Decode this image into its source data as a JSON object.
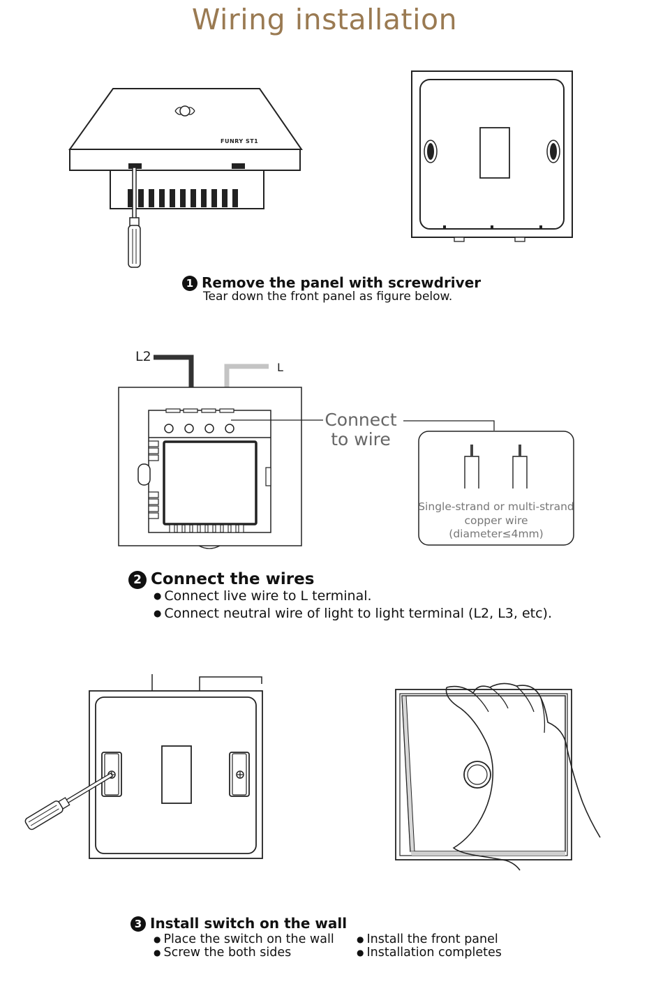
{
  "title": "Wiring installation",
  "step1": {
    "number": "1",
    "heading": "Remove the panel with screwdriver",
    "subtext": "Tear down the front panel as figure below."
  },
  "step2": {
    "number": "2",
    "heading": "Connect the wires",
    "bullets": [
      "Connect live wire to L terminal.",
      "Connect neutral wire of light to light terminal (L2, L3, etc)."
    ],
    "wire_labels": {
      "l2": "L2",
      "l": "L"
    },
    "callout_line1": "Connect",
    "callout_line2": "to wire",
    "wire_note_line1": "Single-strand or multi-strand",
    "wire_note_line2": "copper wire",
    "wire_note_line3": "(diameter≤4mm)"
  },
  "step3": {
    "number": "3",
    "heading": "Install switch on the wall",
    "bullets_left": [
      "Place the switch on the wall",
      "Screw the both sides"
    ],
    "bullets_right": [
      "Install the front panel",
      "Installation completes"
    ]
  },
  "panel_brand": "FUNRY ST1",
  "colors": {
    "title": "#9a7a52",
    "line": "#222222",
    "wire_dark": "#333333",
    "wire_light": "#c4c4c4",
    "note_text": "#777777"
  }
}
